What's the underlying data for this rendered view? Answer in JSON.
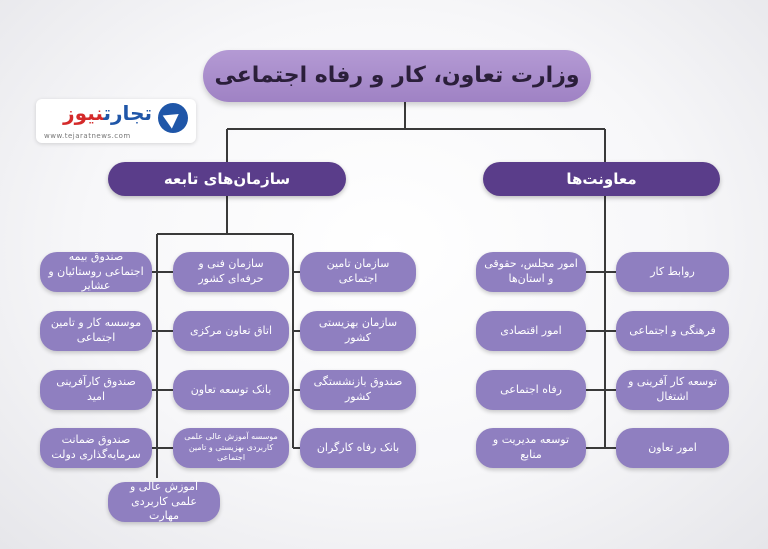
{
  "title": "وزارت تعاون، کار و رفاه اجتماعی",
  "logo": {
    "name_main": "تجارت",
    "name_accent": "نیوز",
    "url": "www.tejaratnews.com"
  },
  "branches": {
    "left": {
      "label": "سازمان‌های تابعه"
    },
    "right": {
      "label": "معاونت‌ها"
    }
  },
  "left_col1": [
    "صندوق بیمه اجتماعی روستائیان و عشایر",
    "موسسه کار و تامین اجتماعی",
    "صندوق کارآفرینی امید",
    "صندوق ضمانت سرمایه‌گذاری دولت"
  ],
  "left_col2": [
    "سازمان فنی و حرفه‌ای کشور",
    "اتاق تعاون مرکزی",
    "بانک توسعه تعاون",
    "موسسه آموزش عالی علمی کاربردی بهزیستی و تامین اجتماعی",
    "آموزش عالی و علمی کاربردی مهارت"
  ],
  "left_col3": [
    "سازمان تامین اجتماعی",
    "سازمان بهزیستی کشور",
    "صندوق بازنشستگی کشور",
    "بانک رفاه کارگران"
  ],
  "right_col1": [
    "امور مجلس، حقوقی و استان‌ها",
    "امور اقتصادی",
    "رفاه اجتماعی",
    "توسعه مدیریت و منابع"
  ],
  "right_col2": [
    "روابط کار",
    "فرهنگی و اجتماعی",
    "توسعه کار آفرینی و اشتغال",
    "امور تعاون"
  ],
  "colors": {
    "dark": "#5a3d8a",
    "light": "#8f7fc0",
    "title": "#a58bc9",
    "line": "#3a3a3a"
  }
}
